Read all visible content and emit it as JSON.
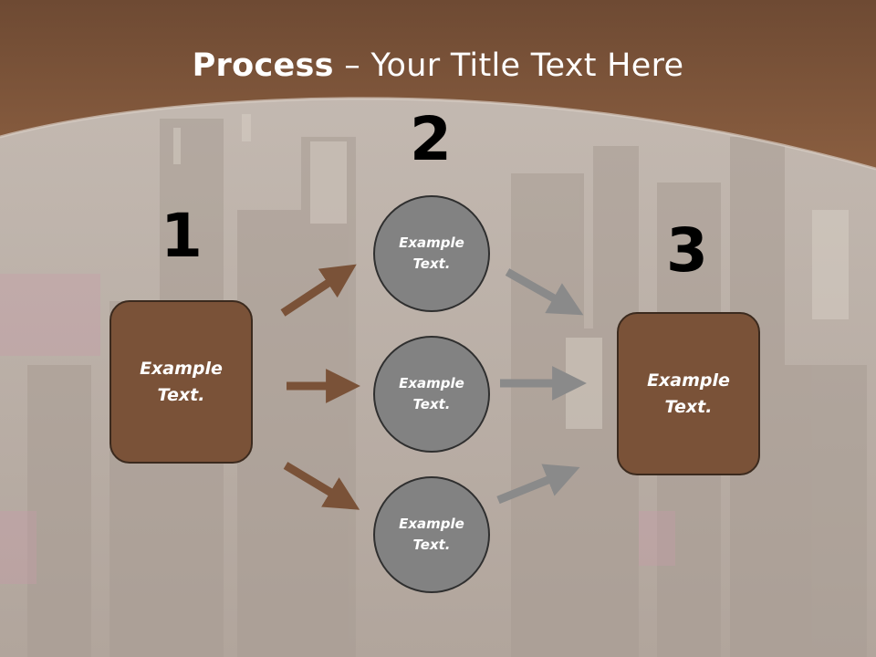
{
  "slide": {
    "title_bold": "Process",
    "title_rest": " – Your Title Text Here"
  },
  "steps": {
    "n1": "1",
    "n2": "2",
    "n3": "3"
  },
  "left_box": {
    "label": "Example\nText."
  },
  "right_box": {
    "label": "Example\nText."
  },
  "circles": [
    {
      "label": "Example\nText."
    },
    {
      "label": "Example\nText."
    },
    {
      "label": "Example\nText."
    }
  ],
  "colors": {
    "header": "#7e5436",
    "box_fill": "#7a5238",
    "circle_fill": "#828282",
    "arrow_brown": "#7a5238",
    "arrow_gray": "#8a8a8a"
  }
}
